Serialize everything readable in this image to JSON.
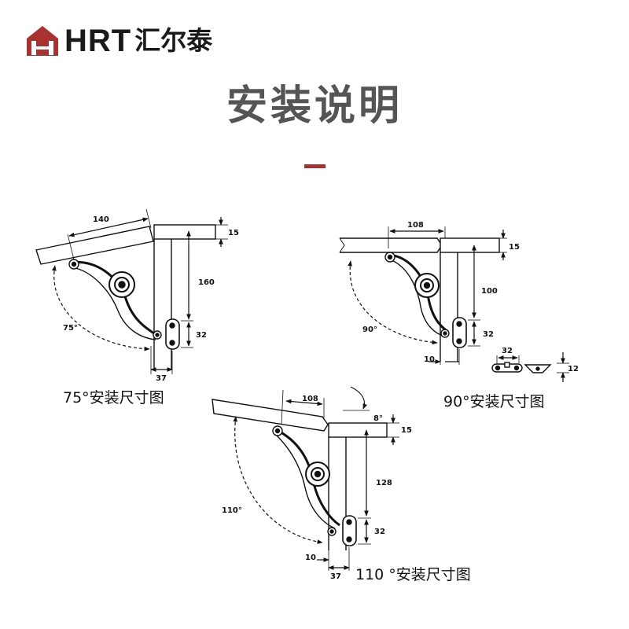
{
  "header": {
    "brand_latin": "HRT",
    "brand_chinese": "汇尔泰",
    "logo_icon": "house-h-logo-icon",
    "accent_color": "#a8322f"
  },
  "title": "安装说明",
  "diagrams": {
    "d75": {
      "caption": "75°安装尺寸图",
      "angle": "75°",
      "dim_top": "140",
      "dim_thickness": "15",
      "dim_height": "160",
      "dim_plate": "32",
      "dim_bottom": "37"
    },
    "d90": {
      "caption": "90°安装尺寸图",
      "angle": "90°",
      "dim_top": "108",
      "dim_thickness": "15",
      "dim_height": "100",
      "dim_plate": "32",
      "dim_bottom": "10",
      "dim_part_width": "32",
      "dim_part_height": "12"
    },
    "d110": {
      "caption": "110 °安装尺寸图",
      "angle": "110°",
      "tilt": "8°",
      "dim_top": "108",
      "dim_thickness": "15",
      "dim_height": "128",
      "dim_plate": "32",
      "dim_offset": "10",
      "dim_bottom": "37"
    }
  }
}
